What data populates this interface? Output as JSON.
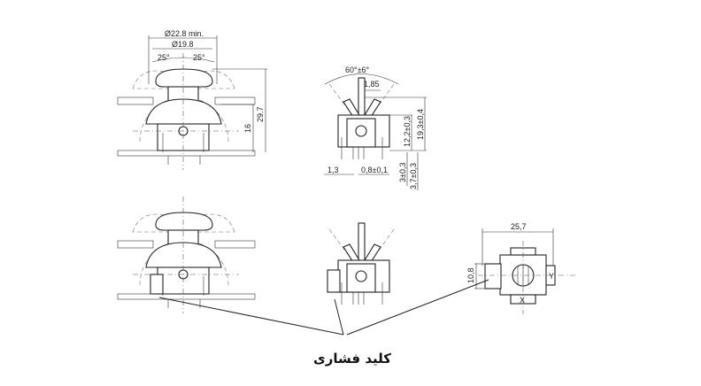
{
  "caption": "کلید فشاری",
  "side_view": {
    "dia_min": "Ø22.8 min.",
    "dia": "Ø19.8",
    "angle_left": "25°",
    "angle_right": "25°",
    "height_total": "29.7",
    "height_dome": "16"
  },
  "front_view": {
    "angle": "60°±6°",
    "shaft": "1,85",
    "height_body": "12,2±0,3",
    "height_total": "19,3±0,4",
    "pin_offset": "1,3",
    "pin_width": "0,8±0,1",
    "pin_len_a": "3±0,3",
    "pin_len_b": "3,7±0,3"
  },
  "top_view": {
    "width": "25,7",
    "switch_height": "10,8",
    "axis_x": "X",
    "axis_y": "Y"
  }
}
